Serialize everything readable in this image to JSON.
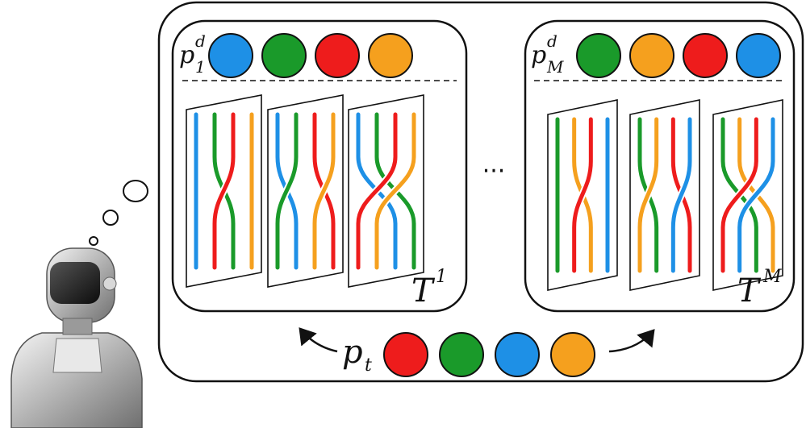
{
  "colors": {
    "blue": "#1e90e6",
    "green": "#1a9a2a",
    "red": "#ee1c1c",
    "orange": "#f5a01e",
    "frame": "#111111"
  },
  "panel_left": {
    "label_base": "p",
    "label_sup": "d",
    "label_sub": "1",
    "sequence": [
      "blue",
      "green",
      "red",
      "orange"
    ],
    "set_label": "T",
    "set_sup": "1"
  },
  "panel_right": {
    "label_base": "p",
    "label_sup": "d",
    "label_sub": "M",
    "sequence": [
      "green",
      "orange",
      "red",
      "blue"
    ],
    "set_label": "T",
    "set_sup": "M"
  },
  "ellipsis": "···",
  "bottom": {
    "label_base": "p",
    "label_sub": "t",
    "sequence": [
      "red",
      "green",
      "blue",
      "orange"
    ]
  },
  "icons": [
    "robot-icon",
    "thought-bubble-icon"
  ]
}
